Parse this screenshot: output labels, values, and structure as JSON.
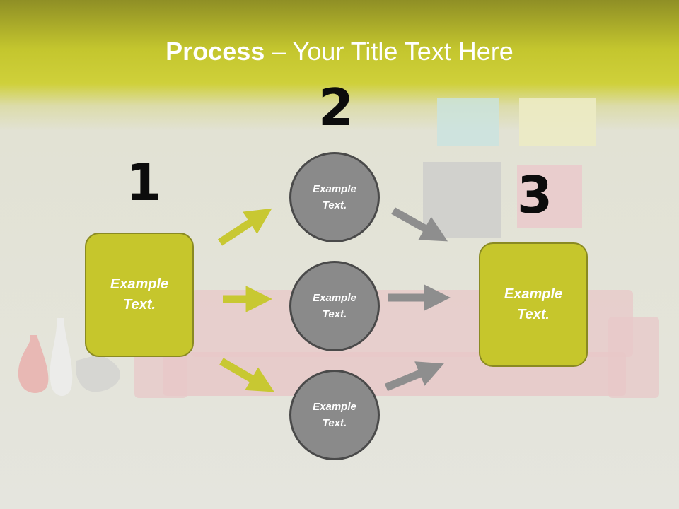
{
  "title": {
    "bold": "Process",
    "dash": " – ",
    "rest": "Your Title Text Here"
  },
  "steps": [
    {
      "number": "1",
      "label_line1": "Example",
      "label_line2": "Text."
    },
    {
      "number": "2"
    },
    {
      "number": "3",
      "label_line1": "Example",
      "label_line2": "Text."
    }
  ],
  "circles": [
    {
      "line1": "Example",
      "line2": "Text."
    },
    {
      "line1": "Example",
      "line2": "Text."
    },
    {
      "line1": "Example",
      "line2": "Text."
    }
  ],
  "colors": {
    "accent": "#c6c62c",
    "box_border": "#8a8a22",
    "circle_fill": "#8a8a8a",
    "circle_border": "#4a4a4a",
    "arrow_yellow": "#c8c832",
    "arrow_gray": "#8e8e8e"
  }
}
